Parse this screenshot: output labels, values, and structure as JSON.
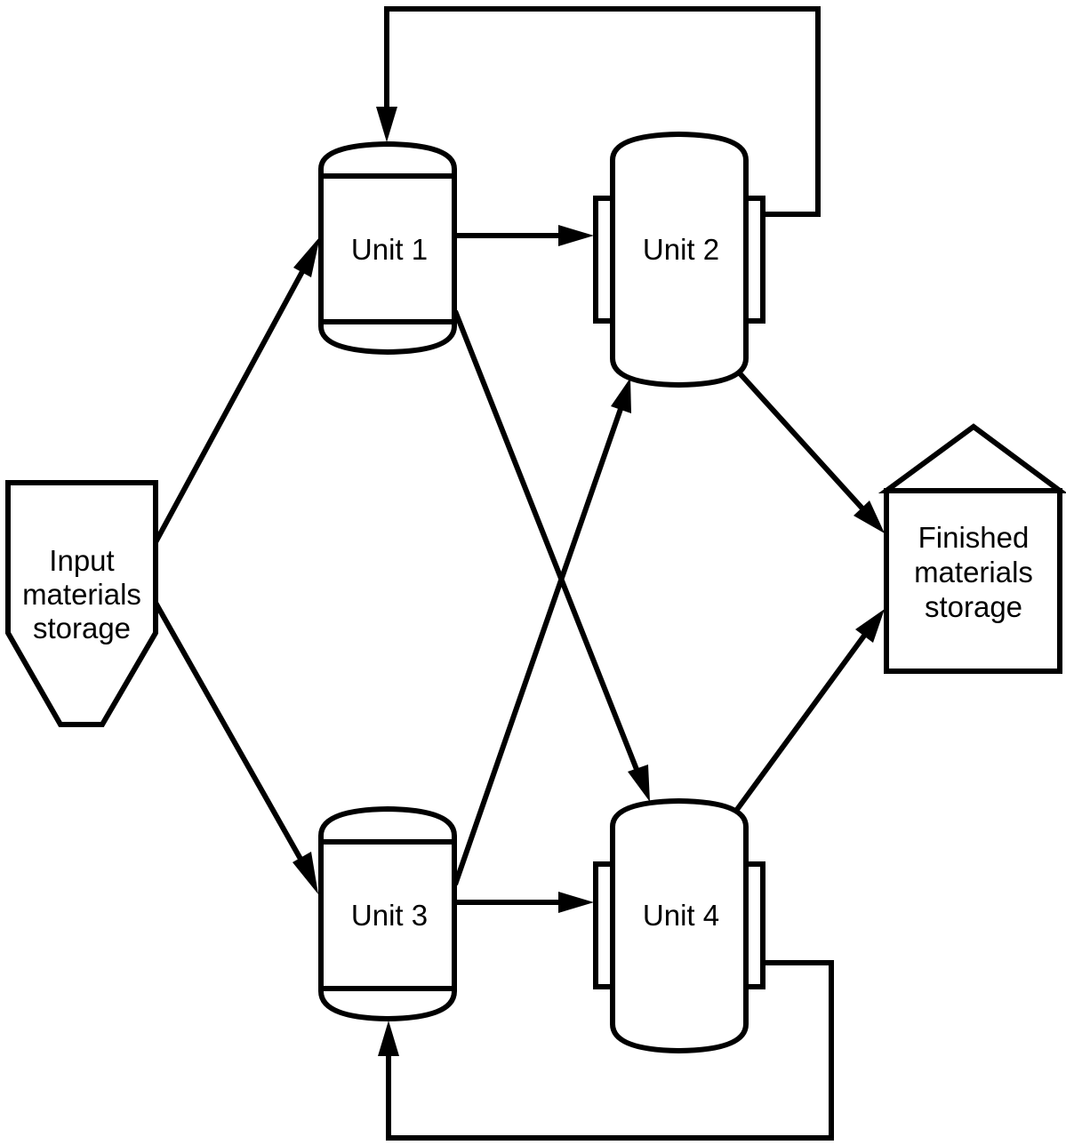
{
  "diagram": {
    "type": "process-flow",
    "colors": {
      "stroke": "#000000",
      "background": "#ffffff"
    },
    "nodes": [
      {
        "id": "input",
        "shape": "hopper",
        "label_lines": [
          "Input",
          "materials",
          "storage"
        ]
      },
      {
        "id": "unit1",
        "shape": "vessel-banded",
        "label": "Unit 1"
      },
      {
        "id": "unit2",
        "shape": "vessel-jacketed",
        "label": "Unit 2"
      },
      {
        "id": "unit3",
        "shape": "vessel-banded",
        "label": "Unit 3"
      },
      {
        "id": "unit4",
        "shape": "vessel-jacketed",
        "label": "Unit 4"
      },
      {
        "id": "finished",
        "shape": "house",
        "label_lines": [
          "Finished",
          "materials",
          "storage"
        ]
      }
    ],
    "edges": [
      {
        "from": "input",
        "to": "unit1"
      },
      {
        "from": "input",
        "to": "unit3"
      },
      {
        "from": "unit1",
        "to": "unit2"
      },
      {
        "from": "unit1",
        "to": "unit4"
      },
      {
        "from": "unit3",
        "to": "unit2"
      },
      {
        "from": "unit3",
        "to": "unit4"
      },
      {
        "from": "unit2",
        "to": "finished"
      },
      {
        "from": "unit4",
        "to": "finished"
      },
      {
        "from": "unit2",
        "to": "unit1",
        "kind": "recycle-loop"
      },
      {
        "from": "unit4",
        "to": "unit3",
        "kind": "recycle-loop"
      }
    ]
  }
}
